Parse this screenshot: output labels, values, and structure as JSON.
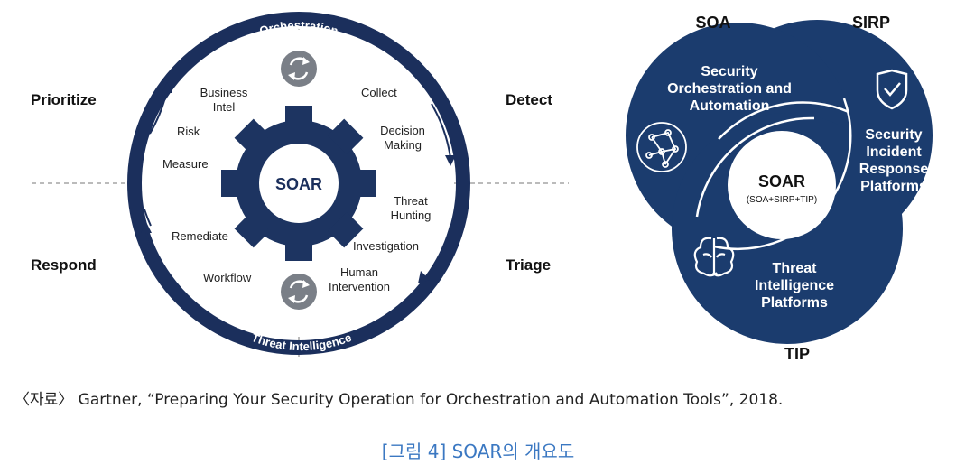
{
  "left_diagram": {
    "center_label": "SOAR",
    "arc_top": "Orchestration",
    "arc_bottom": "Threat Intelligence",
    "quadrants": {
      "top_left": "Prioritize",
      "top_right": "Detect",
      "bottom_left": "Respond",
      "bottom_right": "Triage"
    },
    "items": {
      "business_intel": [
        "Business",
        "Intel"
      ],
      "risk": "Risk",
      "measure": "Measure",
      "collect": "Collect",
      "decision_making": [
        "Decision",
        "Making"
      ],
      "threat_hunting": [
        "Threat",
        "Hunting"
      ],
      "investigation": "Investigation",
      "human_intervention": [
        "Human",
        "Intervention"
      ],
      "remediate": "Remediate",
      "workflow": "Workflow"
    },
    "colors": {
      "navy": "#1b2f5c",
      "gear": "#1d3461",
      "icon_grey": "#7a7f87"
    }
  },
  "right_diagram": {
    "labels": {
      "soa": "SOA",
      "sirp": "SIRP",
      "tip": "TIP"
    },
    "soa_text": [
      "Security",
      "Orchestration and",
      "Automation"
    ],
    "sirp_text": [
      "Security",
      "Incident",
      "Response",
      "Platforms"
    ],
    "tip_text": [
      "Threat",
      "Intelligence",
      "Platforms"
    ],
    "center_title": "SOAR",
    "center_sub": "(SOA+SIRP+TIP)",
    "colors": {
      "circle": "#1b3c6e"
    }
  },
  "source_text": "〈자료〉 Gartner, “Preparing Your Security Operation for Orchestration and Automation Tools”, 2018.",
  "caption_text": "[그림 4] SOAR의 개요도"
}
